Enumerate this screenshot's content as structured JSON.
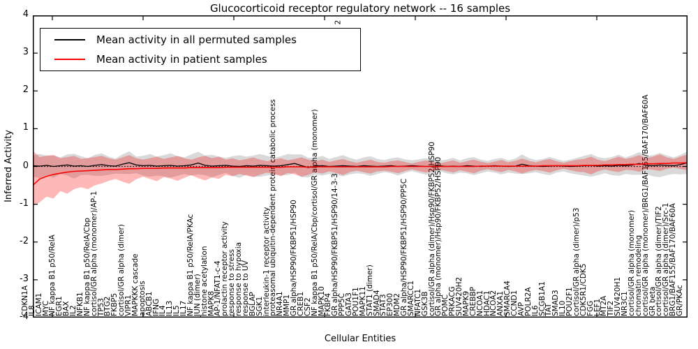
{
  "title": "Glucocorticoid receptor regulatory network -- 16 samples",
  "legend": {
    "permuted_label": "Mean activity in all permuted samples",
    "patient_label": "Mean activity in patient samples"
  },
  "axes": {
    "ylabel": "Inferred Activity",
    "xlabel": "Cellular Entities",
    "yticks": [
      "4",
      "3",
      "2",
      "1",
      "0",
      "-1",
      "-2",
      "-3",
      "-4"
    ],
    "ylim": [
      -4,
      4
    ]
  },
  "annotations": [
    {
      "text": "2"
    }
  ],
  "colors": {
    "permuted_line": "#000000",
    "patient_line": "#ff0000",
    "permuted_band": "#000000",
    "patient_band": "#ff0000",
    "zero_line": "#000000"
  },
  "chart_data": {
    "type": "line",
    "title": "Glucocorticoid receptor regulatory network -- 16 samples",
    "xlabel": "Cellular Entities",
    "ylabel": "Inferred Activity",
    "ylim": [
      -4,
      4
    ],
    "grid": false,
    "legend_position": "upper left",
    "zero_line_dotted": true,
    "categories": [
      "CDKN1A",
      "IL8",
      "ICAM1",
      "MYC",
      "NF kappa B1 p50/RelA",
      "EGR1",
      "BAX",
      "IL2",
      "NFKB1",
      "NF kappa B1 p50/RelA/Cbp",
      "cortisol/GR alpha (monomer)/AP-1",
      "TP53",
      "BTG2",
      "FKBP5",
      "cortisol/GR alpha (dimer)",
      "VIPR1",
      "MAPKKK cascade",
      "apoptosis",
      "ABCB1",
      "IFNG",
      "IL4",
      "IL13",
      "IL5",
      "IL17",
      "NF kappa B1 p50/RelA/PKAc",
      "JUN (dimer)",
      "histone acetylation",
      "MAPK8",
      "AP-1/NFAT1-c-4",
      "prolactin receptor activity",
      "response to stress",
      "response to hypoxia",
      "response to UV",
      "BGLAP",
      "SGK1",
      "interleukin-1 receptor activity",
      "proteasomal ubiquitin-dependent protein catabolic process",
      "NR4A1",
      "MMP1",
      "GR alpha/HSP90/FKBP51/HSP90",
      "CREB1",
      "CSF2",
      "NF kappa B1 p50/RelA/Cbp/cortisol/GR alpha (monomer)",
      "MAPK10",
      "FKBP4",
      "GR alpha/HSP90/FKBP51/HSP90/14-3-3",
      "PPP5C",
      "GATA3",
      "POU1F1",
      "MAPK11",
      "STAT1 (dimer)",
      "SMAD4",
      "STAT3",
      "EP300",
      "MDM2",
      "GR alpha/HSP90/FKBP51/HSP90/PP5C",
      "SMARCC1",
      "NFATC1",
      "GSK3B",
      "cortisol/GR alpha (dimer)/Hsp90/FKBP52/HSP90",
      "GR alpha (monomer)/Hsp90/FKBP52/HSP90",
      "POMC",
      "PRKACG",
      "SUV420H2",
      "MAPK9",
      "CREBBP",
      "NCOA1",
      "HDAC1",
      "NCOA2",
      "ANXA1",
      "SMARCA4",
      "CCND1",
      "AVP",
      "POLR2A",
      "IL6",
      "SCGB1A1",
      "TAT",
      "SMAD3",
      "IL10",
      "POU2F1",
      "cortisol/GR alpha (dimer)/p53",
      "CDK5R1/CDK5",
      "FGG",
      "LEF1",
      "MT2A",
      "TIF2",
      "SUV420H1",
      "NR3C1",
      "cortisol/GR alpha (monomer)",
      "chromatin remodeling",
      "cortisol/GR alpha (monomer)/BRG1/BAF155/BAF170/BAF60A",
      "GR beta",
      "cortisol/GR alpha (dimer)/TIF2",
      "cortisol/GR alpha (dimer)/Src-1",
      "BRG1/BAF155/BAF170/BAF60A",
      "GR/PKAc"
    ],
    "series": [
      {
        "name": "Mean activity in all permuted samples",
        "color": "#000000",
        "values": [
          0.02,
          0.01,
          0.03,
          0.0,
          0.02,
          0.04,
          0.01,
          0.02,
          0.0,
          0.03,
          0.05,
          0.02,
          0.01,
          0.06,
          0.1,
          0.04,
          0.02,
          0.03,
          0.01,
          0.02,
          0.03,
          0.01,
          0.02,
          0.04,
          0.09,
          0.03,
          0.01,
          0.02,
          0.03,
          0.01,
          0.0,
          0.02,
          0.01,
          0.03,
          0.02,
          0.01,
          0.02,
          0.05,
          0.08,
          0.02,
          -0.03,
          0.01,
          0.02,
          0.0,
          0.01,
          0.02,
          0.01,
          0.0,
          0.02,
          0.01,
          0.0,
          0.01,
          0.02,
          0.0,
          0.01,
          0.02,
          0.01,
          0.0,
          0.01,
          0.02,
          0.0,
          0.01,
          0.0,
          0.02,
          0.01,
          0.0,
          0.01,
          0.02,
          0.01,
          0.0,
          0.01,
          0.06,
          0.02,
          0.01,
          0.0,
          0.01,
          0.02,
          0.01,
          0.0,
          0.01,
          0.02,
          0.03,
          0.01,
          0.02,
          0.01,
          0.03,
          0.02,
          0.04,
          0.08,
          0.03,
          0.02,
          0.04,
          0.03,
          0.02,
          0.05,
          0.1
        ],
        "band_halfwidth": [
          0.28,
          0.32,
          0.26,
          0.3,
          0.22,
          0.28,
          0.33,
          0.25,
          0.22,
          0.28,
          0.3,
          0.24,
          0.2,
          0.26,
          0.3,
          0.22,
          0.26,
          0.3,
          0.25,
          0.28,
          0.32,
          0.26,
          0.22,
          0.28,
          0.3,
          0.26,
          0.3,
          0.24,
          0.2,
          0.26,
          0.3,
          0.24,
          0.28,
          0.3,
          0.26,
          0.22,
          0.25,
          0.28,
          0.24,
          0.3,
          0.26,
          0.22,
          0.26,
          0.2,
          0.24,
          0.28,
          0.22,
          0.18,
          0.22,
          0.26,
          0.2,
          0.16,
          0.2,
          0.24,
          0.18,
          0.14,
          0.18,
          0.22,
          0.18,
          0.14,
          0.18,
          0.22,
          0.16,
          0.2,
          0.24,
          0.18,
          0.14,
          0.18,
          0.22,
          0.16,
          0.2,
          0.26,
          0.2,
          0.16,
          0.2,
          0.24,
          0.18,
          0.14,
          0.18,
          0.22,
          0.26,
          0.3,
          0.24,
          0.2,
          0.24,
          0.28,
          0.22,
          0.26,
          0.3,
          0.24,
          0.28,
          0.32,
          0.26,
          0.22,
          0.26,
          0.3
        ]
      },
      {
        "name": "Mean activity in patient samples",
        "color": "#ff0000",
        "values": [
          -0.5,
          -0.33,
          -0.26,
          -0.21,
          -0.18,
          -0.15,
          -0.13,
          -0.12,
          -0.11,
          -0.1,
          -0.09,
          -0.08,
          -0.08,
          -0.07,
          -0.06,
          -0.06,
          -0.05,
          -0.05,
          -0.05,
          -0.04,
          -0.04,
          -0.04,
          -0.04,
          -0.03,
          -0.03,
          -0.03,
          -0.03,
          -0.03,
          -0.02,
          -0.02,
          -0.02,
          -0.02,
          -0.02,
          -0.02,
          -0.02,
          -0.02,
          -0.02,
          -0.01,
          -0.01,
          -0.01,
          -0.02,
          -0.01,
          -0.01,
          -0.01,
          -0.01,
          -0.01,
          -0.01,
          -0.01,
          -0.01,
          -0.01,
          -0.01,
          -0.01,
          0.0,
          0.0,
          0.0,
          0.0,
          0.0,
          0.0,
          0.0,
          0.0,
          0.0,
          0.0,
          0.0,
          0.0,
          0.0,
          0.01,
          0.01,
          0.01,
          0.01,
          0.01,
          0.01,
          0.01,
          0.01,
          0.01,
          0.02,
          0.02,
          0.02,
          0.02,
          0.02,
          0.02,
          0.03,
          0.03,
          0.03,
          0.04,
          0.04,
          0.05,
          0.05,
          0.06,
          0.06,
          0.07,
          0.07,
          0.08,
          0.08,
          0.09,
          0.09,
          0.1
        ],
        "band_upper_offset": [
          0.92,
          0.58,
          0.54,
          0.51,
          0.4,
          0.4,
          0.41,
          0.32,
          0.33,
          0.35,
          0.37,
          0.3,
          0.26,
          0.31,
          0.36,
          0.28,
          0.23,
          0.27,
          0.31,
          0.24,
          0.28,
          0.32,
          0.26,
          0.21,
          0.27,
          0.31,
          0.25,
          0.29,
          0.2,
          0.24,
          0.18,
          0.22,
          0.26,
          0.2,
          0.16,
          0.2,
          0.24,
          0.17,
          0.21,
          0.25,
          0.2,
          0.15,
          0.19,
          0.13,
          0.17,
          0.21,
          0.15,
          0.11,
          0.15,
          0.19,
          0.13,
          0.11,
          0.14,
          0.16,
          0.12,
          0.08,
          0.12,
          0.16,
          0.12,
          0.08,
          0.12,
          0.16,
          0.1,
          0.14,
          0.18,
          0.12,
          0.08,
          0.12,
          0.16,
          0.1,
          0.14,
          0.2,
          0.14,
          0.1,
          0.14,
          0.18,
          0.12,
          0.08,
          0.12,
          0.16,
          0.17,
          0.23,
          0.15,
          0.1,
          0.16,
          0.21,
          0.15,
          0.18,
          0.24,
          0.15,
          0.19,
          0.24,
          0.16,
          0.11,
          0.17,
          0.22
        ],
        "band_lower_offset": [
          0.55,
          0.62,
          0.54,
          0.64,
          0.47,
          0.57,
          0.47,
          0.43,
          0.49,
          0.4,
          0.36,
          0.3,
          0.25,
          0.33,
          0.4,
          0.28,
          0.22,
          0.28,
          0.34,
          0.24,
          0.28,
          0.34,
          0.26,
          0.2,
          0.28,
          0.34,
          0.26,
          0.3,
          0.2,
          0.24,
          0.18,
          0.22,
          0.26,
          0.2,
          0.14,
          0.18,
          0.24,
          0.16,
          0.2,
          0.26,
          0.2,
          0.14,
          0.18,
          0.12,
          0.16,
          0.22,
          0.14,
          0.1,
          0.14,
          0.18,
          0.12,
          0.1,
          0.14,
          0.18,
          0.12,
          0.08,
          0.12,
          0.16,
          0.12,
          0.08,
          0.12,
          0.16,
          0.1,
          0.14,
          0.18,
          0.12,
          0.08,
          0.12,
          0.16,
          0.1,
          0.14,
          0.2,
          0.14,
          0.1,
          0.14,
          0.18,
          0.12,
          0.08,
          0.12,
          0.16,
          0.18,
          0.24,
          0.16,
          0.12,
          0.16,
          0.2,
          0.14,
          0.16,
          0.2,
          0.14,
          0.16,
          0.2,
          0.14,
          0.12,
          0.16,
          0.2
        ]
      }
    ]
  }
}
